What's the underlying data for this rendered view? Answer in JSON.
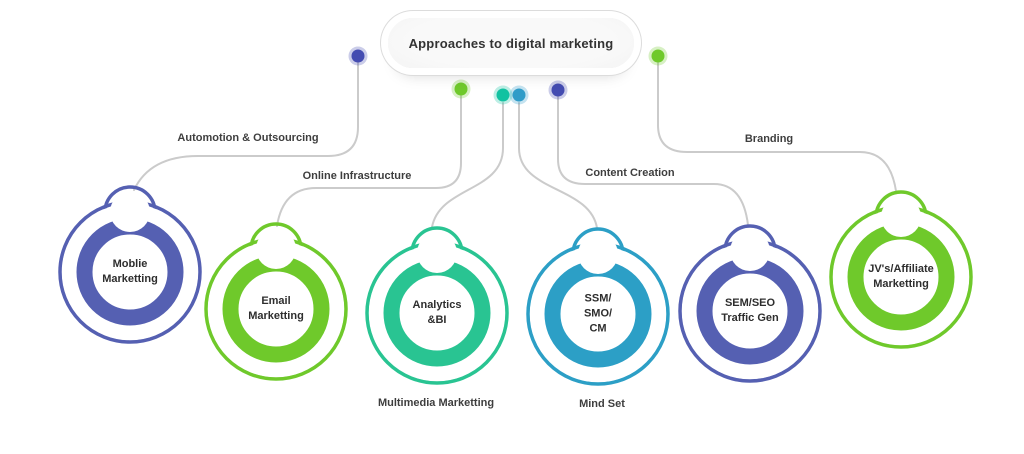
{
  "title": "Approaches to digital marketing",
  "branches": [
    {
      "id": "automotion-outsourcing",
      "label": "Automotion & Outsourcing",
      "dot_color": "#444CB1"
    },
    {
      "id": "online-infrastructure",
      "label": "Online Infrastructure",
      "dot_color": "#6FC92B"
    },
    {
      "id": "multimedia-marketing",
      "label": "Multimedia Marketting",
      "dot_color": "#12C2A1"
    },
    {
      "id": "mind-set",
      "label": "Mind Set",
      "dot_color": "#2F9CC8"
    },
    {
      "id": "content-creation",
      "label": "Content Creation",
      "dot_color": "#444CB1"
    },
    {
      "id": "branding",
      "label": "Branding",
      "dot_color": "#6FC92B"
    }
  ],
  "nodes": [
    {
      "id": "mobile-marketing",
      "label": "Moblie\nMarketting",
      "color": "#5560B2"
    },
    {
      "id": "email-marketing",
      "label": "Email\nMarketting",
      "color": "#6FC92B"
    },
    {
      "id": "analytics-bi",
      "label": "Analytics\n&BI",
      "color": "#29C492"
    },
    {
      "id": "ssm-smo-cm",
      "label": "SSM/\nSMO/\nCM",
      "color": "#2C9FC6"
    },
    {
      "id": "sem-seo-traffic-gen",
      "label": "SEM/SEO\nTraffic Gen",
      "color": "#5560B2"
    },
    {
      "id": "jv-affiliate-marketing",
      "label": "JV's/Affiliate\nMarketting",
      "color": "#6FC92B"
    }
  ],
  "colors": {
    "connector": "#CBCBCB",
    "pill_text": "#333333",
    "label_text": "#3E3E3E"
  }
}
